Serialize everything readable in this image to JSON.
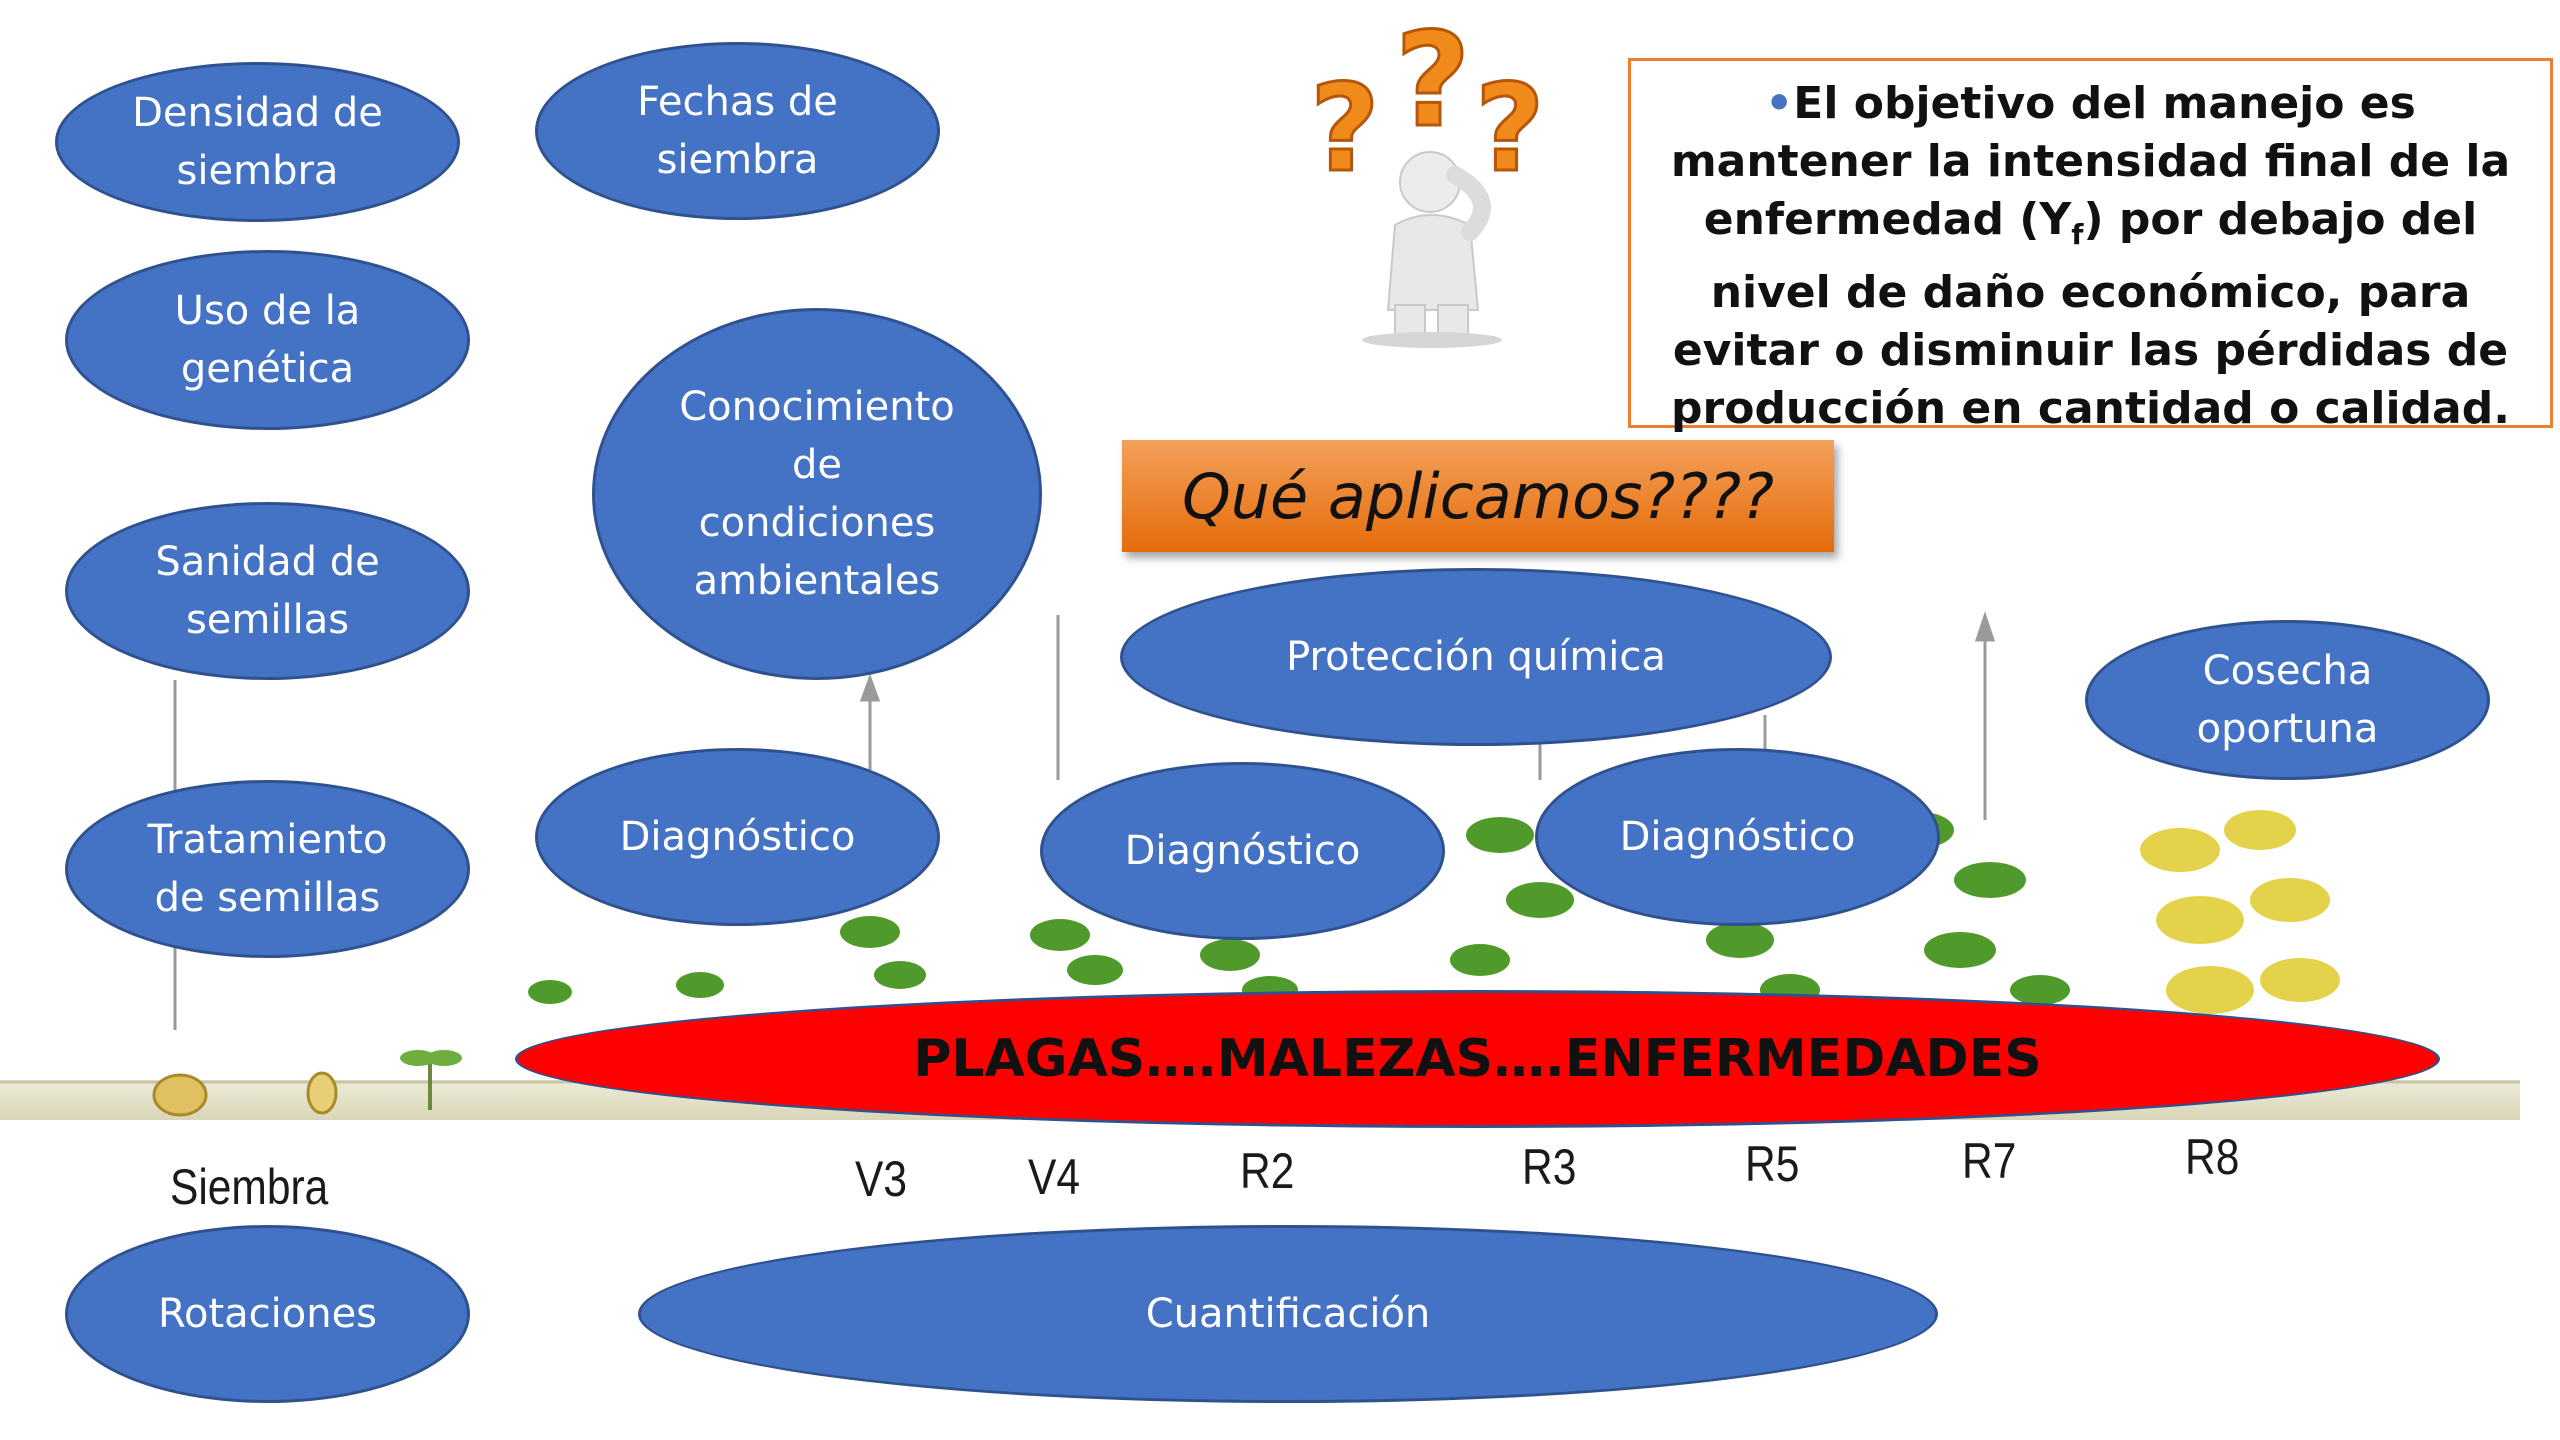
{
  "bubbles": {
    "densidad": [
      "Densidad de",
      "siembra"
    ],
    "fechas": [
      "Fechas de",
      "siembra"
    ],
    "genetica": [
      "Uso de la",
      "genética"
    ],
    "conocimiento": [
      "Conocimiento",
      "de",
      "condiciones",
      "ambientales"
    ],
    "sanidad": [
      "Sanidad de",
      "semillas"
    ],
    "tratamiento": [
      "Tratamiento",
      "de semillas"
    ],
    "diagnostico_1": "Diagnóstico",
    "diagnostico_2": "Diagnóstico",
    "diagnostico_3": "Diagnóstico",
    "proteccion": "Protección química",
    "cosecha": [
      "Cosecha",
      "oportuna"
    ],
    "rotaciones": "Rotaciones",
    "cuantificacion": "Cuantificación"
  },
  "objective": {
    "bullet": "•",
    "text_1": "El objetivo del manejo es mantener la intensidad final de la enfermedad (Y",
    "subscript": "f",
    "text_2": ") por debajo del nivel de daño económico, para evitar o disminuir las pérdidas de producción en cantidad o calidad."
  },
  "question_banner": "Qué aplicamos????",
  "pests_banner": "PLAGAS….MALEZAS….ENFERMEDADES",
  "stages": [
    "Siembra",
    "V3",
    "V4",
    "R2",
    "R3",
    "R5",
    "R7",
    "R8"
  ],
  "colors": {
    "bubble_fill": "#4472c4",
    "bubble_border": "#2f528f",
    "pests_fill": "#ff0000",
    "banner_orange": "#ed7d31",
    "plant_green": "#4f9a2a",
    "plant_yellow": "#e3d24a"
  },
  "icons": [
    "thinking-person-with-question-marks",
    "soybean-plant",
    "upward-arrow"
  ]
}
